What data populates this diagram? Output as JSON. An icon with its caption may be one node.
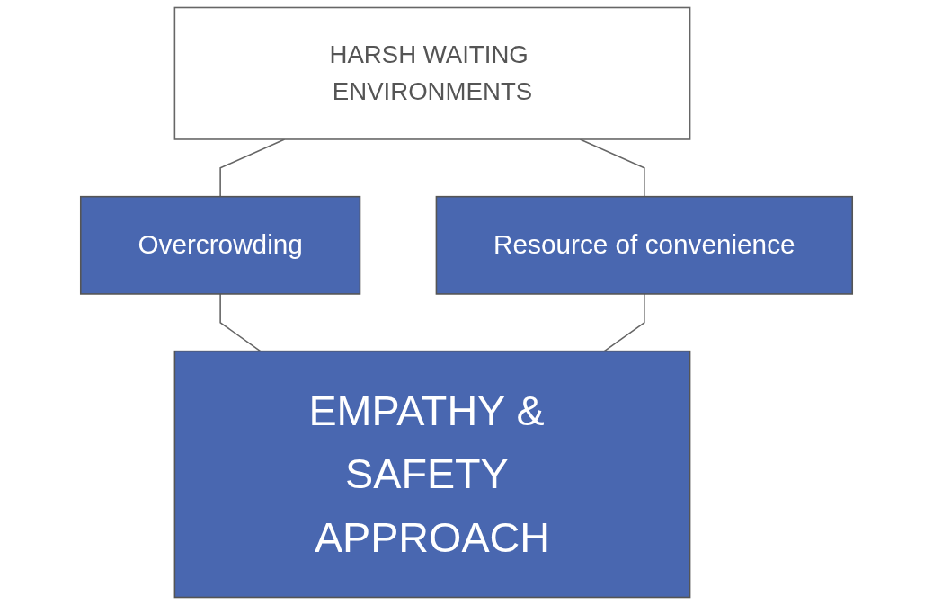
{
  "diagram": {
    "nodes": [
      {
        "text": [
          "HARSH WAITING ENVIRONMENTS"
        ]
      },
      {
        "text": [
          "Overcrowding"
        ]
      },
      {
        "text": [
          "Resource of convenience"
        ]
      },
      {
        "text": [
          "EMPATHY & SAFETY APPROACH"
        ]
      }
    ],
    "edges": [
      {
        "from": 0,
        "to": 1,
        "arrow": "none"
      },
      {
        "from": 0,
        "to": 2,
        "arrow": "none"
      },
      {
        "from": 1,
        "to": 3,
        "arrow": "none"
      },
      {
        "from": 2,
        "to": 3,
        "arrow": "none"
      }
    ]
  }
}
